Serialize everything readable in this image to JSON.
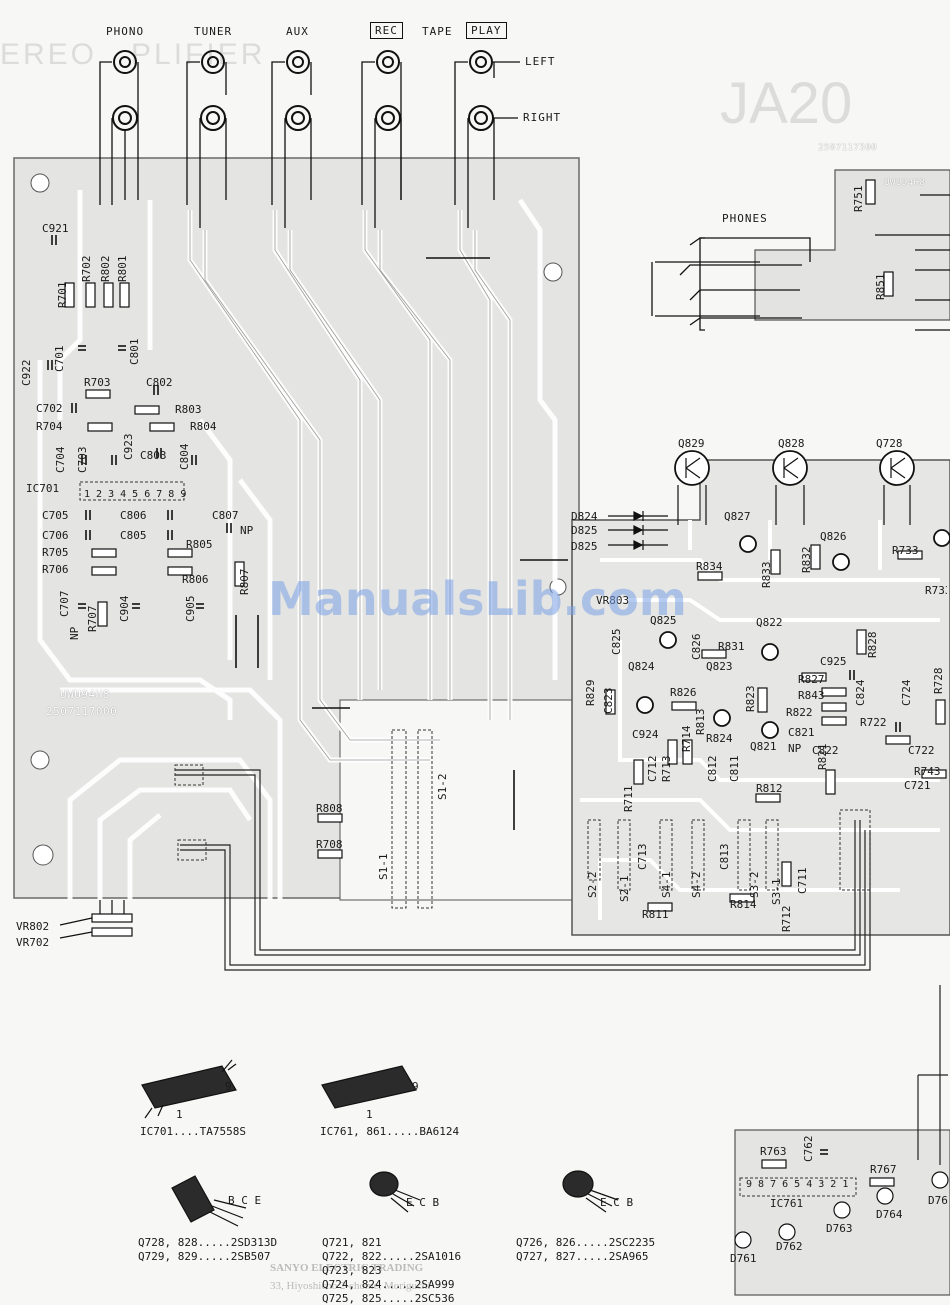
{
  "header": {
    "inputs": [
      "PHONO",
      "TUNER",
      "AUX"
    ],
    "rec": "REC",
    "tape": "TAPE",
    "play": "PLAY",
    "left": "LEFT",
    "right": "RIGHT",
    "model_ghost": "JA20",
    "phones": "PHONES"
  },
  "board_marks": {
    "left_board": "UWU94H8",
    "left_code": "2507117000",
    "right_board": "UWU94H8",
    "right_code": "2507117300"
  },
  "components": {
    "c921": "C921",
    "r701": "R701",
    "r702": "R702",
    "r802": "R802",
    "r801": "R801",
    "c922": "C922",
    "c701": "C701",
    "c801": "C801",
    "r703": "R703",
    "c802": "C802",
    "c702": "C702",
    "r803": "R803",
    "r704": "R704",
    "r804": "R804",
    "c704": "C704",
    "c703": "C703",
    "c923": "C923",
    "c803": "C803",
    "c804": "C804",
    "ic701": "IC701",
    "c705": "C705",
    "c806": "C806",
    "c807": "C807",
    "np": "NP",
    "c706": "C706",
    "c805": "C805",
    "r705": "R705",
    "r805": "R805",
    "r706": "R706",
    "r806": "R806",
    "r807": "R807",
    "c707": "C707",
    "r707": "R707",
    "c904": "C904",
    "c905": "C905",
    "r808": "R808",
    "r708": "R708",
    "s1_1": "S1-1",
    "s1_2": "S1-2",
    "vr802": "VR802",
    "vr702": "VR702",
    "vr803": "VR803",
    "r751": "R751",
    "r851": "R851",
    "q829": "Q829",
    "q828": "Q828",
    "q728": "Q728",
    "q827": "Q827",
    "q826": "Q826",
    "d824": "D824",
    "d825a": "D825",
    "d825b": "D825",
    "r834": "R834",
    "r833": "R833",
    "r832": "R832",
    "r733": "R733",
    "q825": "Q825",
    "c825": "C825",
    "c826": "C826",
    "q822": "Q822",
    "r831": "R831",
    "q824": "Q824",
    "q823": "Q823",
    "r828": "R828",
    "c925": "C925",
    "r827": "R827",
    "r829": "R829",
    "c823": "C823",
    "r826": "R826",
    "r823": "R823",
    "r843": "R843",
    "c824": "C824",
    "c724": "C724",
    "r728": "R728",
    "r822": "R822",
    "c924": "C924",
    "r714": "R714",
    "r813": "R813",
    "r824": "R824",
    "q821": "Q821",
    "c821": "C821",
    "r722": "R722",
    "c822": "C822",
    "c722": "C722",
    "r743": "R743",
    "c721": "C721",
    "r711": "R711",
    "c712": "C712",
    "r713": "R713",
    "c812": "C812",
    "c811": "C811",
    "r812": "R812",
    "r821": "R821",
    "c713": "C713",
    "c813": "C813",
    "s2_2": "S2-2",
    "s2_1": "S2-1",
    "s4_1": "S4-1",
    "s4_2": "S4-2",
    "s3_2": "S3-2",
    "s3_1": "S3-1",
    "c711": "C711",
    "r811": "R811",
    "r814": "R814",
    "r712": "R712",
    "r763": "R763",
    "c762": "C762",
    "r767": "R767",
    "ic761": "IC761",
    "d764": "D764",
    "d763": "D763",
    "d762": "D762",
    "d761": "D761"
  },
  "ic_pins": {
    "ic701_pins": "1 2 3 4 5 6 7 8 9",
    "ic761_pins": "9 8 7 6 5 4 3 2 1"
  },
  "parts_list": {
    "ic_a_name": "IC701....TA7558S",
    "ic_b_name": "IC761, 861.....BA6124",
    "pin_9": "9",
    "pin_1": "1",
    "tr_a": [
      "Q728, 828.....2SD313D",
      "Q729, 829.....2SB507"
    ],
    "tr_b": [
      "Q721, 821",
      "Q722, 822.....2SA1016",
      "Q723, 823",
      "Q724, 824.....2SA999",
      "Q725, 825.....2SC536"
    ],
    "tr_c": [
      "Q726, 826.....2SC2235",
      "Q727, 827.....2SA965"
    ],
    "bce": "B C E",
    "ecb": "E C B"
  },
  "watermark": "ManualsLib.com",
  "faint_text": [
    "SANYO ELECTRIC TRADING",
    "33, Hiyoshicho 2-chome, Moriguchi"
  ]
}
